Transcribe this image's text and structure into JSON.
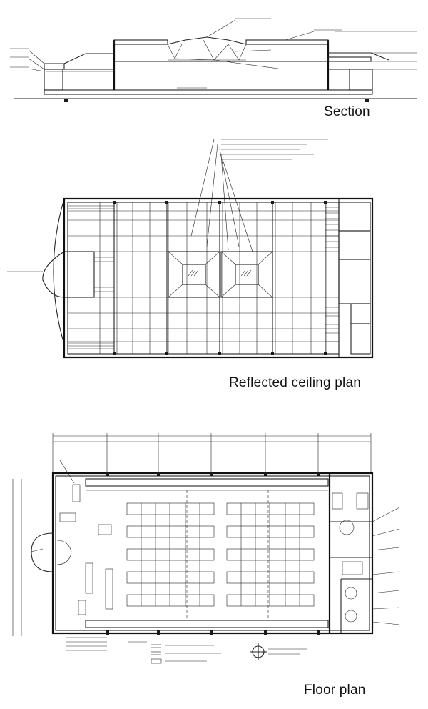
{
  "figure": {
    "section_caption": "Section",
    "ceiling_caption": "Reflected ceiling plan",
    "floor_caption": "Floor plan"
  }
}
